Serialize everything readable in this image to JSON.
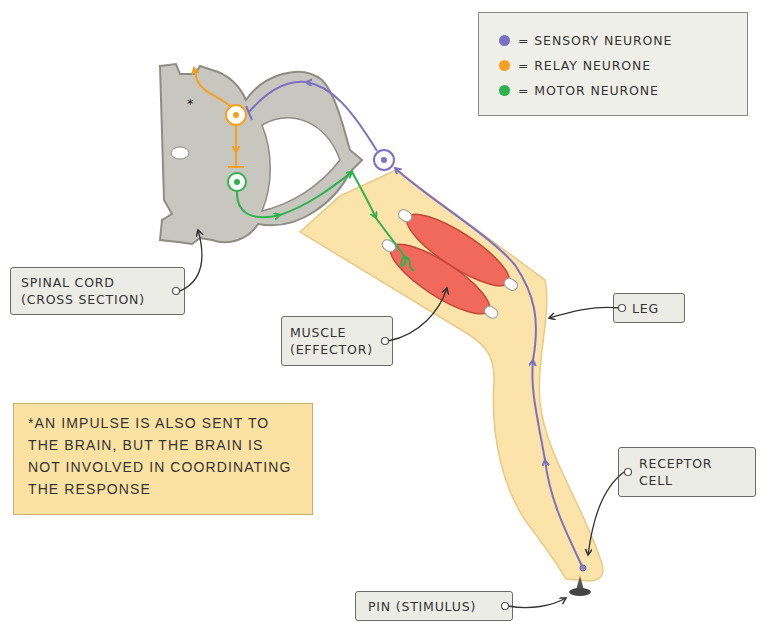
{
  "diagram": {
    "nodes": [
      {
        "text": [
          "SPINAL CORD (CROSS SECTION)"
        ]
      },
      {
        "text": [
          "LEG"
        ]
      },
      {
        "text": [
          "MUSCLE (EFFECTOR)"
        ]
      },
      {
        "text": [
          "*AN IMPULSE IS ALSO SENT TO THE BRAIN, BUT THE BRAIN IS NOT INVOLVED IN COORDINATING THE RESPONSE"
        ]
      },
      {
        "text": [
          "RECEPTOR CELL"
        ]
      },
      {
        "text": [
          "PIN (STIMULUS)"
        ]
      }
    ],
    "labels": [
      "*"
    ],
    "legend": [
      {
        "text": "= SENSORY NEURONE",
        "color": "#7b70c4"
      },
      {
        "text": "= RELAY NEURONE",
        "color": "#f5a11f"
      },
      {
        "text": "= MOTOR NEURONE",
        "color": "#2fb24b"
      }
    ]
  }
}
